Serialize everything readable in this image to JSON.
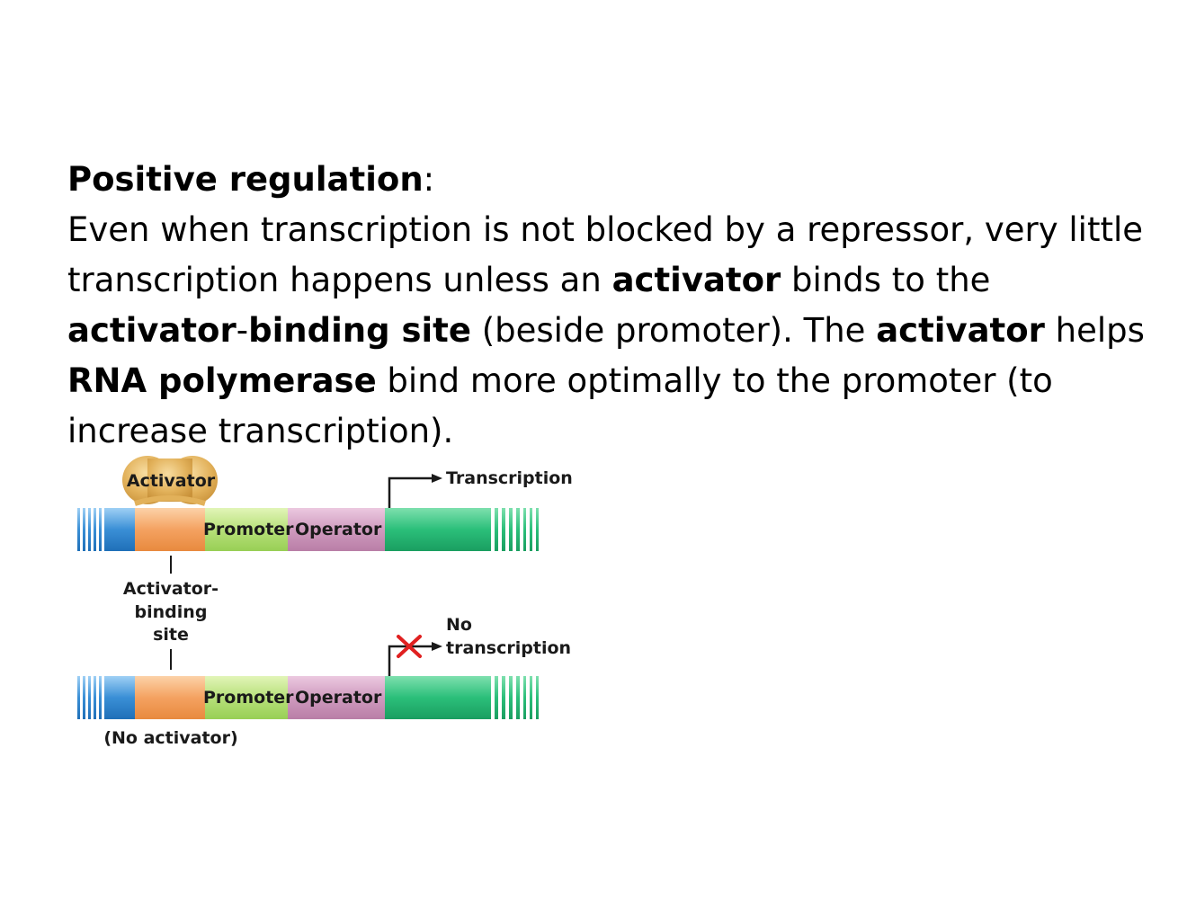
{
  "heading": {
    "bold": "Positive regulation",
    "colon": ":"
  },
  "paragraph": {
    "p1": "Even when transcription is not blocked by a repressor, very little transcription happens unless an ",
    "b1": "activator",
    "p2": " binds to the ",
    "b2": "activator",
    "p3": "-",
    "b3": "binding site",
    "p4": " (beside promoter). The ",
    "b4": "activator",
    "p5": " helps ",
    "b5": "RNA polymerase",
    "p6": " bind more optimally to the promoter (to increase transcription)."
  },
  "diagram": {
    "top": {
      "activator_label": "Activator",
      "promoter_label": "Promoter",
      "operator_label": "Operator",
      "output_label": "Transcription"
    },
    "site_label": {
      "line1": "Activator-",
      "line2": "binding",
      "line3": "site"
    },
    "bottom": {
      "promoter_label": "Promoter",
      "operator_label": "Operator",
      "output_line1": "No",
      "output_line2": "transcription",
      "caption": "(No activator)"
    },
    "colors": {
      "dna_blue": "#3a8fd6",
      "activator_site_orange": "#f4a261",
      "promoter_green": "#b7e07a",
      "operator_pink": "#cf9bbf",
      "gene_green": "#2bbf7a",
      "activator_tan": "#e2b15a",
      "block_red": "#e02020"
    },
    "icons": [
      "arrow-icon",
      "block-x-icon"
    ]
  }
}
